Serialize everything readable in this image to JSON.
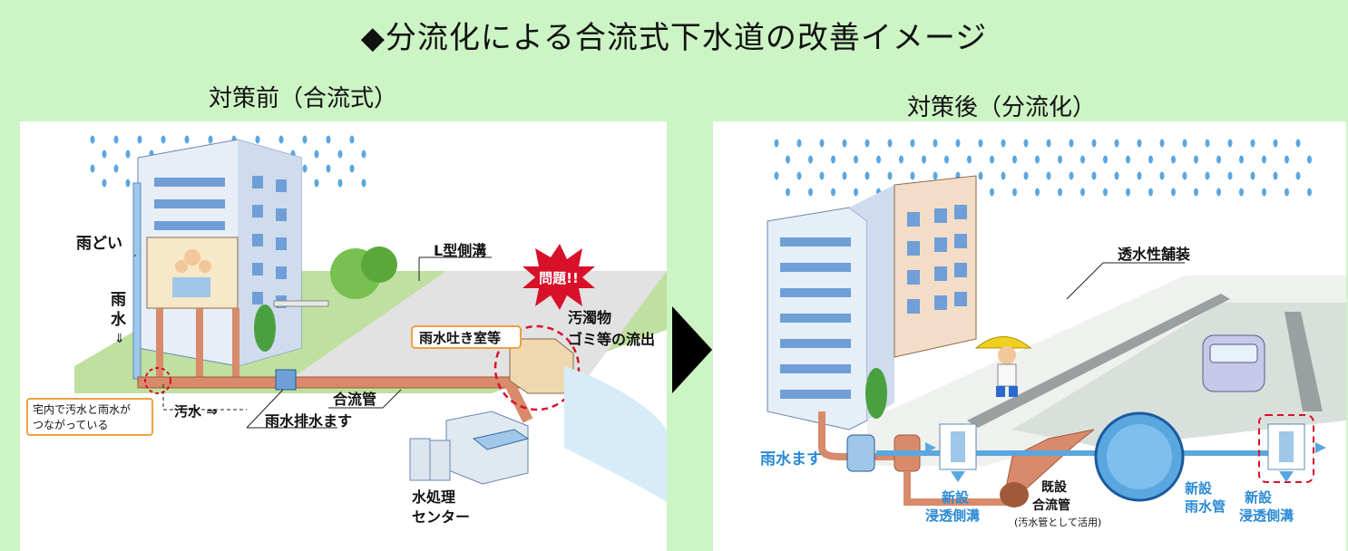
{
  "page": {
    "title": "◆分流化による合流式下水道の改善イメージ"
  },
  "before": {
    "heading": "対策前（合流式）",
    "labels": {
      "downspout": "雨どい",
      "rain_v1": "雨",
      "rain_v2": "水",
      "l_gutter": "L型側溝",
      "problem": "問題!!",
      "overflow_chamber": "雨水吐き室等",
      "pollutant_1": "汚濁物",
      "pollutant_2": "ゴミ等の流出",
      "combined_pipe": "合流管",
      "house_note_1": "宅内で汚水と雨水が",
      "house_note_2": "つながっている",
      "sewage": "汚水 ⇒",
      "catch_basin": "雨水排水ます",
      "treatment_1": "水処理",
      "treatment_2": "センター"
    }
  },
  "after": {
    "heading": "対策後（分流化）",
    "labels": {
      "permeable_pavement": "透水性舗装",
      "rain_basin": "雨水ます",
      "new_left_1": "新設",
      "new_left_2": "浸透側溝",
      "existing_1": "既設",
      "existing_2": "合流管",
      "existing_3": "(汚水管として活用)",
      "new_pipe_1": "新設",
      "new_pipe_2": "雨水管",
      "new_right_1": "新設",
      "new_right_2": "浸透側溝"
    }
  },
  "colors": {
    "background": "#ccf4c4",
    "rain": "#5aa7e0",
    "pipe_combined": "#d98a6a",
    "water_label": "#2a8ad6",
    "problem_red": "#d8102a",
    "callout_orange": "#f0a040"
  }
}
